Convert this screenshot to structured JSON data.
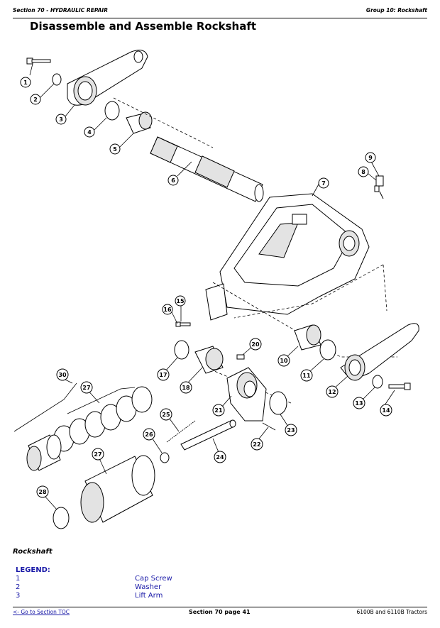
{
  "header": {
    "section": "Section 70 - HYDRAULIC REPAIR",
    "group": "Group 10: Rockshaft"
  },
  "title": "Disassemble and Assemble Rockshaft",
  "diagram": {
    "callouts": [
      "1",
      "2",
      "3",
      "4",
      "5",
      "6",
      "7",
      "8",
      "9",
      "10",
      "11",
      "12",
      "13",
      "14",
      "15",
      "16",
      "17",
      "18",
      "20",
      "21",
      "22",
      "23",
      "24",
      "25",
      "26",
      "27",
      "27",
      "28",
      "30"
    ]
  },
  "caption": "Rockshaft",
  "legend": {
    "title": "LEGEND:",
    "items": [
      {
        "num": "1",
        "desc": "Cap Screw"
      },
      {
        "num": "2",
        "desc": "Washer"
      },
      {
        "num": "3",
        "desc": "Lift Arm"
      }
    ]
  },
  "footer": {
    "toc_link": "<- Go to Section TOC",
    "page": "Section 70 page 41",
    "models": "6100B and 6110B Tractors"
  }
}
